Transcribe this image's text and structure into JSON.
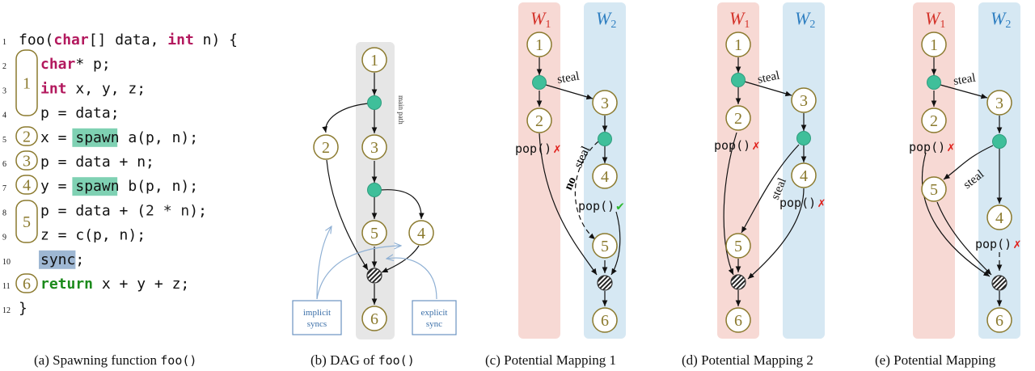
{
  "colors": {
    "olive": "#8b7a2e",
    "teal": "#3fbf9a",
    "w1_col": "#f7d9d4",
    "w2_col": "#d6e8f3",
    "main_path": "#e6e6e6",
    "keyword": "#b3195e",
    "keyword_green": "#1b8a1b",
    "spawn_hl": "#7fd1b3",
    "sync_hl": "#9eb7d3",
    "blue_note": "#6b93c2",
    "red_x": "#e0201b",
    "green_check": "#2fb82f",
    "w1_label": "#d4332a",
    "w2_label": "#2f7fc1"
  },
  "code": {
    "lines": [
      {
        "num": "1",
        "segs": [
          {
            "t": "foo("
          },
          {
            "t": "char",
            "k": "kw"
          },
          {
            "t": "[] data, "
          },
          {
            "t": "int",
            "k": "kw"
          },
          {
            "t": " n) {"
          }
        ]
      },
      {
        "num": "2",
        "segs": [
          {
            "t": "char",
            "k": "kw"
          },
          {
            "t": "* p;",
            "k": "star"
          }
        ]
      },
      {
        "num": "3",
        "segs": [
          {
            "t": "int",
            "k": "kw"
          },
          {
            "t": " x, y, z;"
          }
        ]
      },
      {
        "num": "4",
        "segs": [
          {
            "t": "p = data;"
          }
        ]
      },
      {
        "num": "5",
        "segs": [
          {
            "t": "x = "
          },
          {
            "t": "spawn",
            "k": "spawn"
          },
          {
            "t": " a(p, n);"
          }
        ]
      },
      {
        "num": "6",
        "segs": [
          {
            "t": "p = data + n;"
          }
        ]
      },
      {
        "num": "7",
        "segs": [
          {
            "t": "y = "
          },
          {
            "t": "spawn",
            "k": "spawn"
          },
          {
            "t": " b(p, n);"
          }
        ]
      },
      {
        "num": "8",
        "segs": [
          {
            "t": "p = data + ("
          },
          {
            "t": "2 * n",
            "k": "num"
          },
          {
            "t": ");"
          }
        ]
      },
      {
        "num": "9",
        "segs": [
          {
            "t": "z = c(p, n);"
          }
        ]
      },
      {
        "num": "10",
        "segs": [
          {
            "t": "sync",
            "k": "sync"
          },
          {
            "t": ";"
          }
        ]
      },
      {
        "num": "11",
        "segs": [
          {
            "t": "return",
            "k": "kwg"
          },
          {
            "t": " x + y + z;"
          }
        ]
      },
      {
        "num": "12",
        "segs": [
          {
            "t": "}"
          }
        ]
      }
    ],
    "strands": [
      "1",
      "2",
      "3",
      "4",
      "5",
      "6"
    ]
  },
  "dag": {
    "nodes": [
      "1",
      "2",
      "3",
      "4",
      "5",
      "6"
    ],
    "main_path_label": "main path",
    "implicit_label": [
      "implicit",
      "syncs"
    ],
    "explicit_label": [
      "explicit",
      "sync"
    ]
  },
  "workers": {
    "w1": "W",
    "w1_sub": "1",
    "w2": "W",
    "w2_sub": "2"
  },
  "labels": {
    "steal": "steal",
    "no": "no",
    "pop": "pop()",
    "x_mark": "✗",
    "check_mark": "✔"
  },
  "captions": {
    "a_pre": "(a) Spawning function ",
    "a_code": "foo()",
    "b_pre": "(b) DAG of ",
    "b_code": "foo()",
    "c": "(c) Potential Mapping 1",
    "d": "(d) Potential Mapping 2",
    "e": "(e) Potential Mapping"
  }
}
